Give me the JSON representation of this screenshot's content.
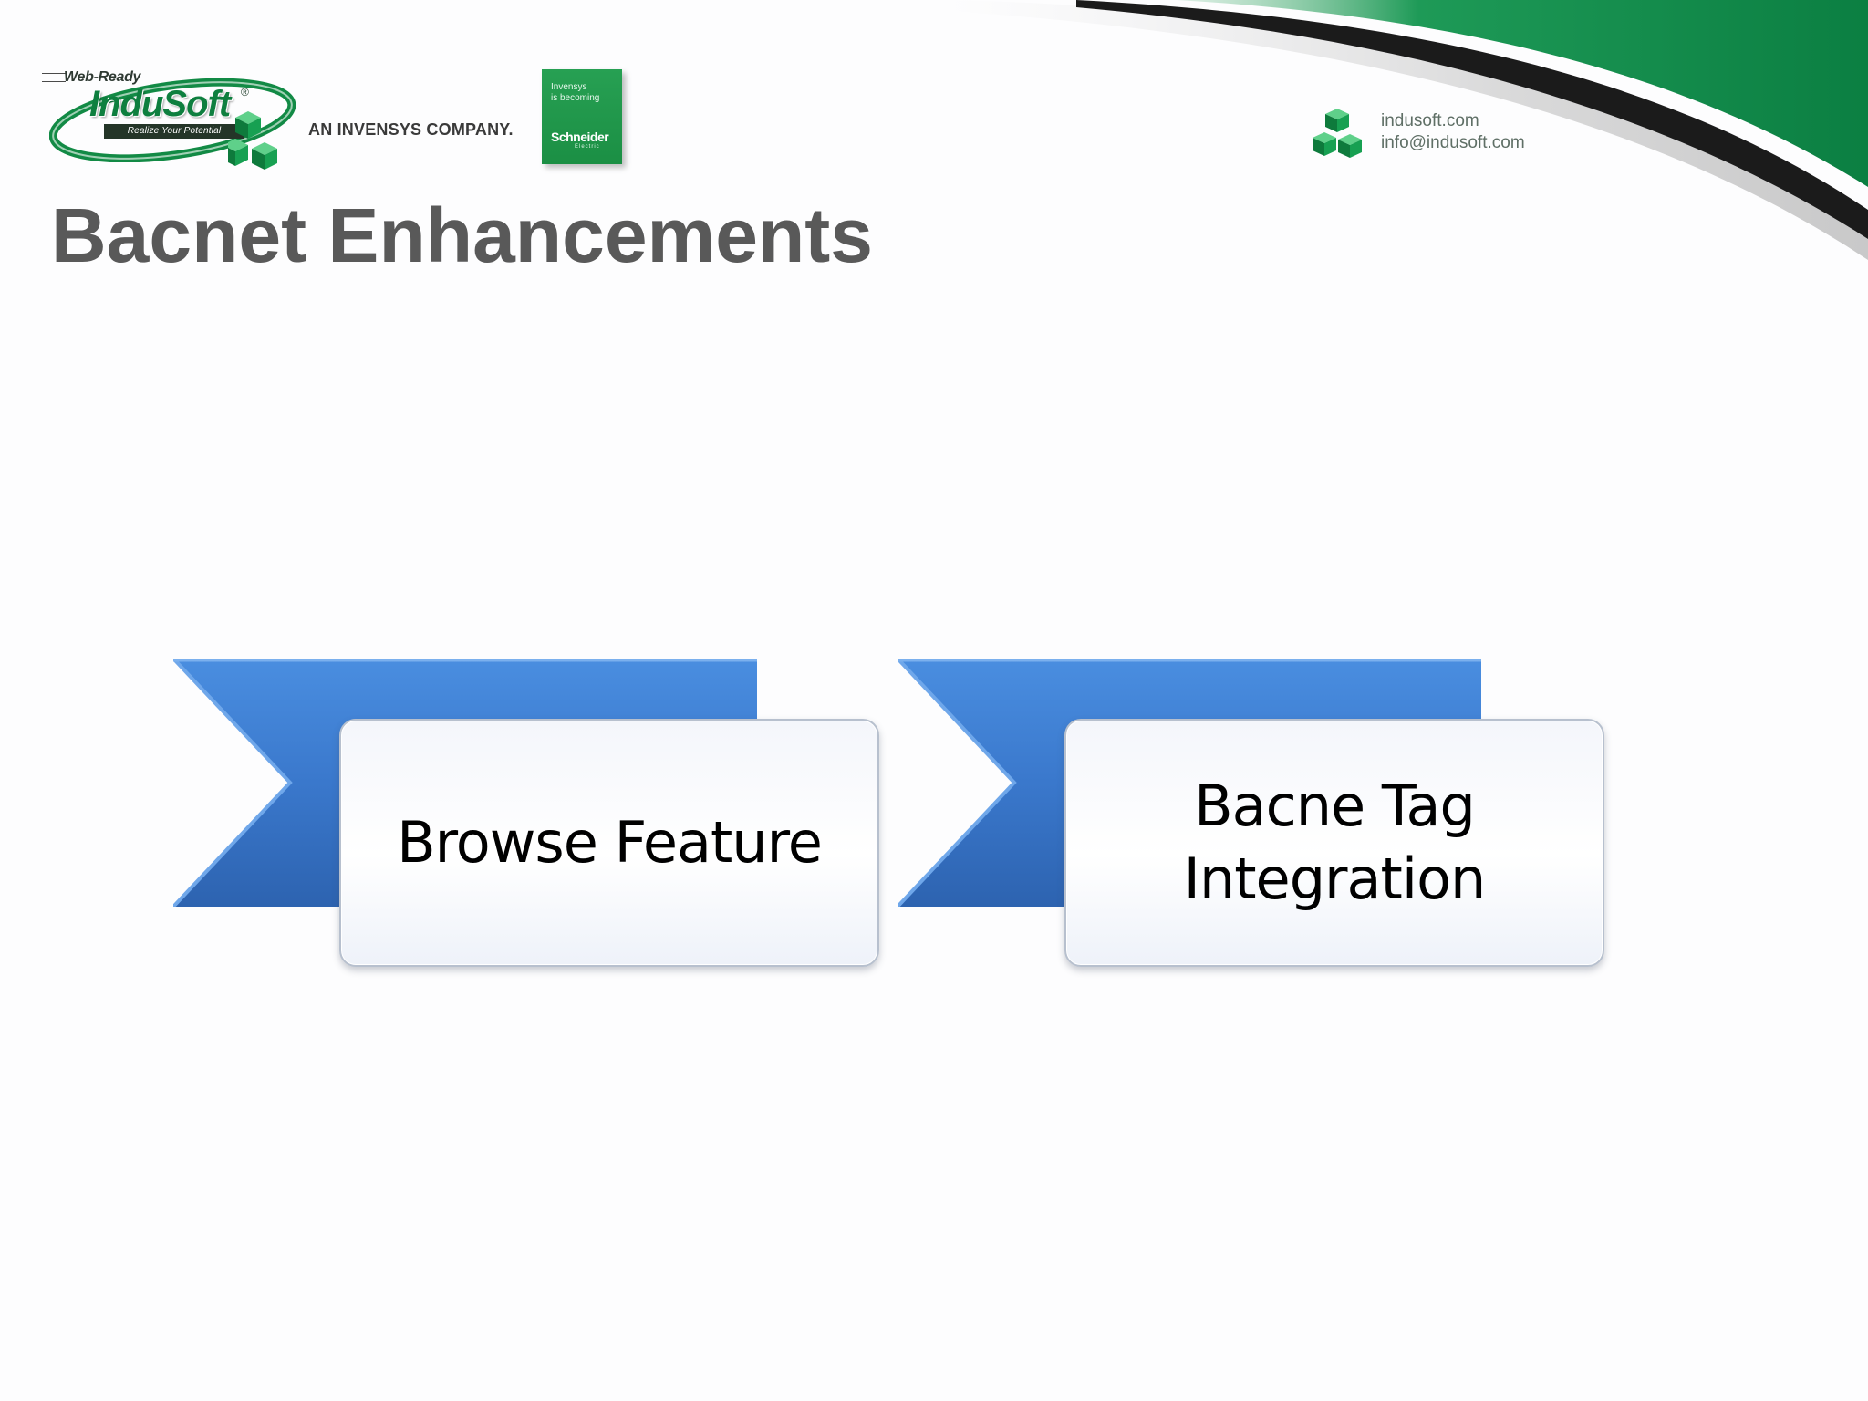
{
  "slide": {
    "title": "Bacnet Enhancements"
  },
  "header": {
    "logo": {
      "web_ready": "Web-Ready",
      "brand": "InduSoft",
      "registered": "®",
      "tagline": "Realize Your Potential",
      "company": "AN INVENSYS COMPANY."
    },
    "schneider_badge": {
      "line1": "Invensys",
      "line2": "is becoming",
      "brand": "Schneider",
      "sub": "Electric"
    },
    "contact": {
      "website": "indusoft.com",
      "email": "info@indusoft.com"
    }
  },
  "process": {
    "steps": [
      {
        "label": "Browse Feature"
      },
      {
        "label": "Bacne Tag\nIntegration"
      }
    ]
  },
  "colors": {
    "swoosh_green": "#0f8a4a",
    "swoosh_black": "#1a1a1a",
    "chevron_blue": "#3f7fd0",
    "title_gray": "#595959",
    "brand_green": "#0e7f3f"
  }
}
